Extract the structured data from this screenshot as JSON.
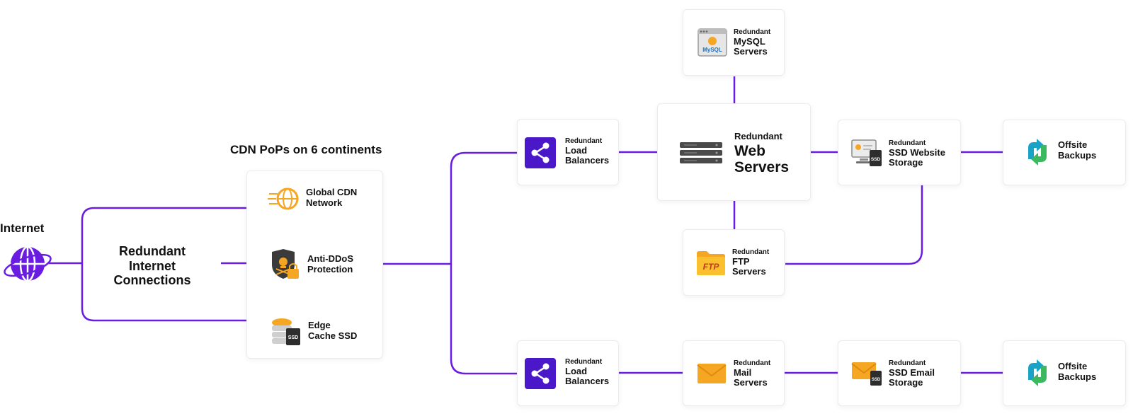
{
  "internet": {
    "label": "Internet"
  },
  "connections": {
    "lines": [
      "Redundant",
      "Internet",
      "Connections"
    ]
  },
  "cdn": {
    "heading": "CDN PoPs on 6 continents",
    "items": [
      {
        "l1": "Global CDN",
        "l2": "Network",
        "icon": "globe-cdn-icon"
      },
      {
        "l1": "Anti-DDoS",
        "l2": "Protection",
        "icon": "shield-lock-icon"
      },
      {
        "l1": "Edge",
        "l2": "Cache SSD",
        "icon": "ssd-stack-icon"
      }
    ]
  },
  "nodes": {
    "lb_top": {
      "small": "Redundant",
      "l1": "Load",
      "l2": "Balancers"
    },
    "mysql": {
      "small": "Redundant",
      "l1": "MySQL",
      "l2": "Servers"
    },
    "web": {
      "small": "Redundant",
      "l1": "Web",
      "l2": "Servers"
    },
    "ftp": {
      "small": "Redundant",
      "l1": "FTP",
      "l2": "Servers",
      "icon_text": "FTP"
    },
    "ssd_web": {
      "small": "Redundant",
      "l1": "SSD Website",
      "l2": "Storage"
    },
    "backup_top": {
      "l1": "Offsite",
      "l2": "Backups"
    },
    "lb_bottom": {
      "small": "Redundant",
      "l1": "Load",
      "l2": "Balancers"
    },
    "mail": {
      "small": "Redundant",
      "l1": "Mail",
      "l2": "Servers"
    },
    "ssd_email": {
      "small": "Redundant",
      "l1": "SSD Email",
      "l2": "Storage"
    },
    "backup_bottom": {
      "l1": "Offsite",
      "l2": "Backups"
    }
  },
  "colors": {
    "accent": "#6a1de0",
    "orange": "#f5a623",
    "teal": "#1aa3c7",
    "green": "#3cb85f"
  }
}
